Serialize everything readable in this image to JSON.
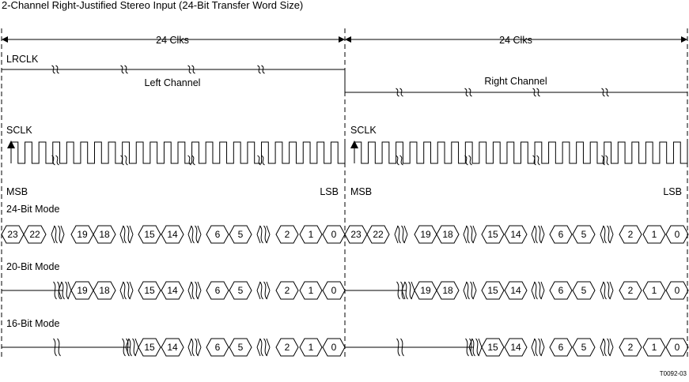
{
  "title": "2-Channel Right-Justified Stereo Input (24-Bit Transfer Word Size)",
  "frame": {
    "left_clks": "24 Clks",
    "right_clks": "24 Clks"
  },
  "lrclk": {
    "label": "LRCLK",
    "left_channel": "Left Channel",
    "right_channel": "Right Channel"
  },
  "sclk": {
    "label_left": "SCLK",
    "label_right": "SCLK"
  },
  "data_labels": {
    "msb_left": "MSB",
    "lsb_left": "LSB",
    "msb_right": "MSB",
    "lsb_right": "LSB"
  },
  "modes": [
    {
      "name": "24-Bit Mode",
      "bits": [
        "23",
        "22",
        "19",
        "18",
        "15",
        "14",
        "6",
        "5",
        "2",
        "1",
        "0"
      ]
    },
    {
      "name": "20-Bit Mode",
      "bits": [
        "19",
        "18",
        "15",
        "14",
        "6",
        "5",
        "2",
        "1",
        "0"
      ]
    },
    {
      "name": "16-Bit Mode",
      "bits": [
        "15",
        "14",
        "6",
        "5",
        "2",
        "1",
        "0"
      ]
    }
  ],
  "figure_code": "T0092-03"
}
